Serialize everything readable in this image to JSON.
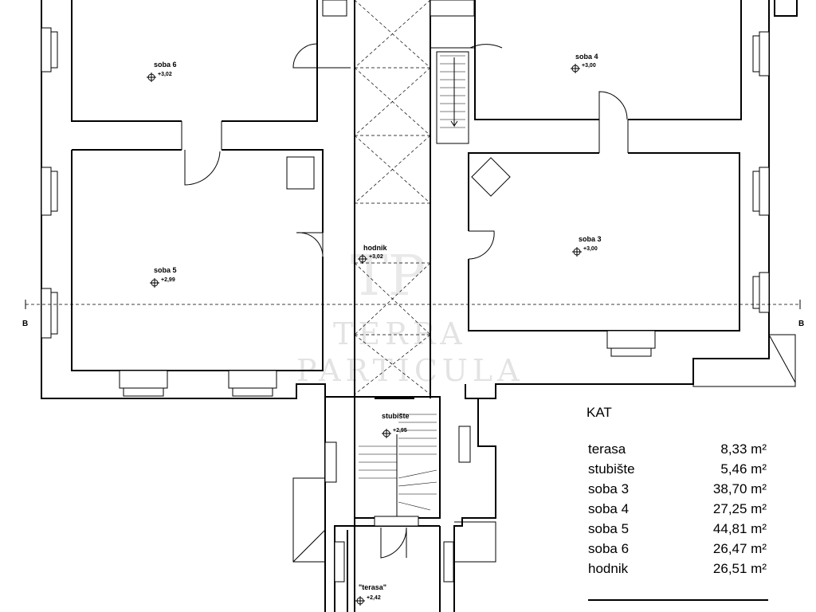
{
  "rooms": [
    {
      "id": "soba6",
      "name": "soba 6",
      "level": "+3,02"
    },
    {
      "id": "soba4",
      "name": "soba 4",
      "level": "+3,00"
    },
    {
      "id": "soba5",
      "name": "soba 5",
      "level": "+2,99"
    },
    {
      "id": "hodnik",
      "name": "hodnik",
      "level": "+3,02"
    },
    {
      "id": "soba3",
      "name": "soba 3",
      "level": "+3,00"
    },
    {
      "id": "stubiste",
      "name": "stubište",
      "level": "+2,95"
    },
    {
      "id": "terasa",
      "name": "\"terasa\"",
      "level": "+2,42"
    }
  ],
  "section_marks": {
    "left": "B",
    "right": "B"
  },
  "watermark": {
    "logo": "TP",
    "line1": "TERRA",
    "line2": "PARTICULA"
  },
  "area_table": {
    "title": "KAT",
    "rows": [
      {
        "name": "terasa",
        "value": "8,33 m²"
      },
      {
        "name": "stubište",
        "value": "5,46 m²"
      },
      {
        "name": "soba 3",
        "value": "38,70 m²"
      },
      {
        "name": "soba 4",
        "value": "27,25 m²"
      },
      {
        "name": "soba 5",
        "value": "44,81 m²"
      },
      {
        "name": "soba 6",
        "value": "26,47 m²"
      },
      {
        "name": "hodnik",
        "value": "26,51 m²"
      }
    ]
  }
}
